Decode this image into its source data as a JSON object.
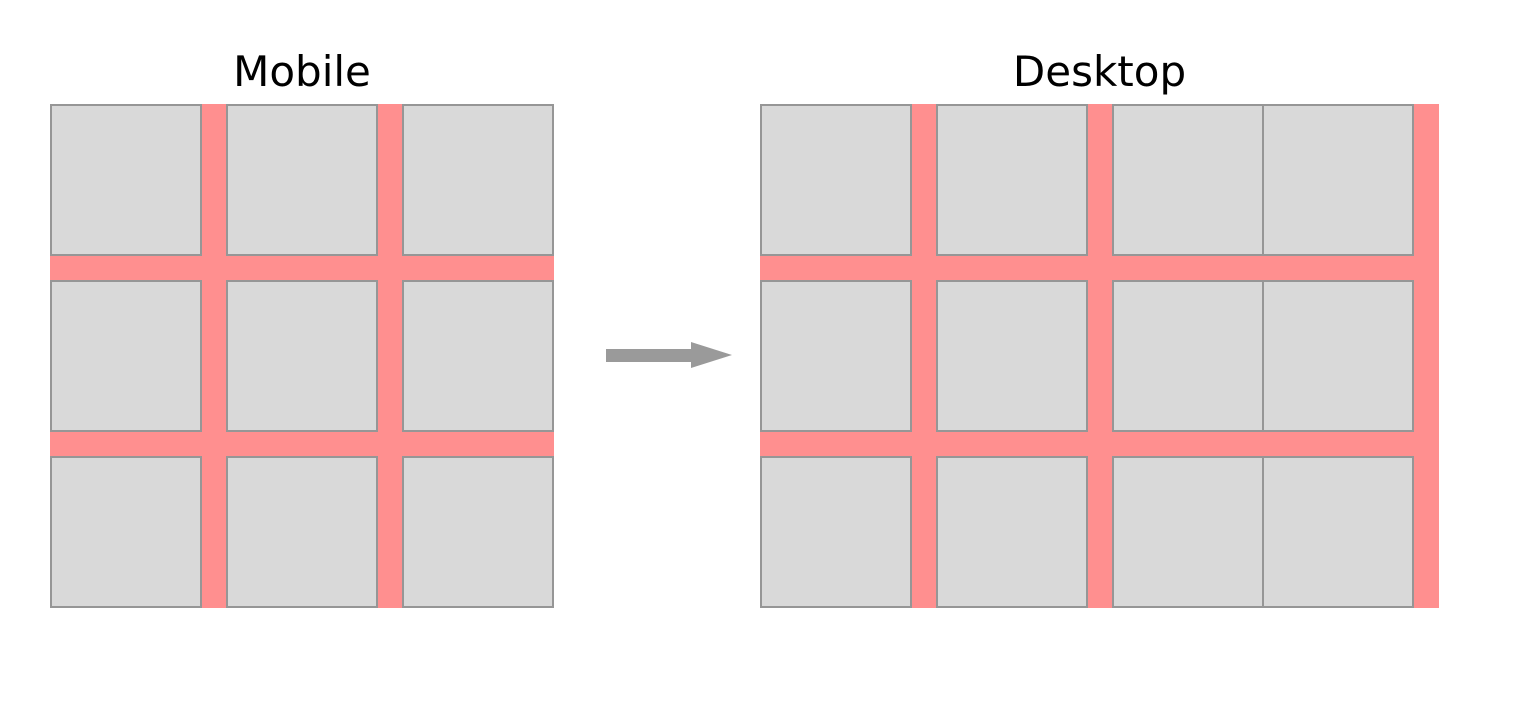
{
  "panels": {
    "mobile": {
      "title": "Mobile",
      "grid": {
        "rows": 3,
        "columns": 3,
        "gutter_style": "pink gutter between every column and row; flush outer edges"
      }
    },
    "desktop": {
      "title": "Desktop",
      "grid": {
        "rows": 3,
        "columns": 4,
        "gutter_style": "pink gutter after columns 1 and 2; columns 3 and 4 touch; pink strip at right edge of grid"
      }
    }
  },
  "arrow": {
    "direction": "right"
  },
  "colors": {
    "background": "#FFFFFF",
    "title_text": "#000000",
    "gutter_pink": "#FF8F8F",
    "cell_fill": "#D9D9D9",
    "cell_border": "#969696",
    "arrow_gray": "#9A9A9A"
  }
}
